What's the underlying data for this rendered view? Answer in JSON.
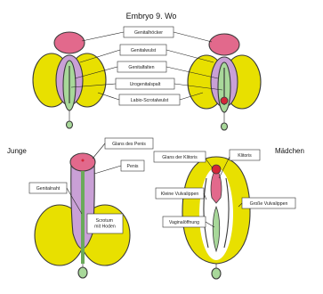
{
  "title": "Embryo 9. Wo",
  "embryo_labels": [
    "Genitalhöcker",
    "Genitalwulst",
    "Genitalfalten",
    "Urogenitalspalt",
    "Labio-Scrotalwulst"
  ],
  "male": {
    "heading": "Junge",
    "labels": [
      "Glans des Penis",
      "Penis",
      "Genitalnaht",
      "Scrotum\nmit Hoden"
    ]
  },
  "female": {
    "heading": "Mädchen",
    "labels": [
      "Glans der Klitoris",
      "Klitoris",
      "Kleine Vulvalippen",
      "Große Vulvalippen",
      "Vaginalöffnung"
    ]
  },
  "colors": {
    "yellow": "#e8e000",
    "pink": "#e2698c",
    "purple": "#c9a0d6",
    "green": "#a8d89a",
    "red": "#d42638",
    "outline": "#3a3a3a"
  }
}
